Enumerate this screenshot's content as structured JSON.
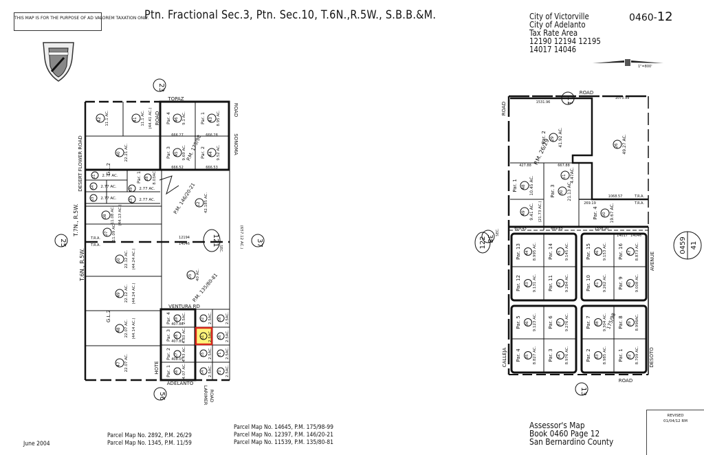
{
  "header": {
    "notice": "THIS MAP IS FOR THE PURPOSE OF AD VALOREM TAXATION ONLY.",
    "title": "Ptn. Fractional Sec.3, Ptn. Sec.10, T.6N.,R.5W., S.B.B.&M.",
    "cities": [
      "City of Victorville",
      "City of Adelanto"
    ],
    "tax_rate_area_label": "Tax Rate Area",
    "tax_rate_areas": [
      "12190 12194 12195",
      "14017 14046"
    ],
    "map_number_prefix": "0460-",
    "map_number_page": "12",
    "scale": "1\"=800'",
    "seal": "San Bernardino County seal"
  },
  "left_map": {
    "roads": [
      "TOPAZ",
      "ROAD",
      "SONOMA",
      "ROAD",
      "DESERT FLOWER ROAD",
      "VENTURA RD",
      "ADELANTO",
      "LARIMER",
      "ROAD",
      "HOTE"
    ],
    "township_labels": [
      "T.7N., R.5W.",
      "T.6N., R.5W."
    ],
    "gl_labels": [
      "G.L.2",
      "G.L.2"
    ],
    "tra_labels": [
      "T.R.A.",
      "T.R.A.",
      "12194",
      "14046"
    ],
    "pm_labels": [
      "P.M. 146/20-21",
      "P.M. 135/80-81",
      "P.M. 175/98"
    ],
    "refs": {
      "north": "23",
      "west": "25",
      "east": "37",
      "south": "56",
      "section": "121",
      "sec_label": "SEC.",
      "east_acres": "(657.12 AC.)"
    },
    "parcels": [
      {
        "num": "42",
        "acres": "11.1 AC."
      },
      {
        "num": "41",
        "acres": "11.1 AC.",
        "total": "(44.41 AC.)"
      },
      {
        "num": "40",
        "acres": "22.21 AC."
      },
      {
        "num": "46",
        "par": "Par. 4",
        "acres": "9.1 AC."
      },
      {
        "num": "43",
        "par": "Par. 1",
        "acres": "8.95 AC."
      },
      {
        "num": "45",
        "par": "Par. 3",
        "acres": "9.69 AC."
      },
      {
        "num": "44",
        "par": "Par. 2",
        "acres": "9.52 AC."
      },
      {
        "num": "51",
        "acres": "2.77 AC."
      },
      {
        "num": "64",
        "acres": "2.77 AC."
      },
      {
        "num": "63",
        "acres": "2.77 AC."
      },
      {
        "num": "28",
        "par": "Par. 1",
        "acres": "8.03AC."
      },
      {
        "num": "59",
        "acres": "2.77 AC."
      },
      {
        "num": "63",
        "acres": "2.77 AC."
      },
      {
        "num": "08",
        "acres": "11.08 AC.",
        "total": "(44.13 AC.)"
      },
      {
        "num": "07",
        "acres": "11.09 AC."
      },
      {
        "num": "12",
        "acres": "42.185 AC."
      },
      {
        "num": "50",
        "acres": "22.12 AC.",
        "total": "(44.24 AC.)"
      },
      {
        "num": "49",
        "acres": "22.12 AC.",
        "total": "(44.24 AC.)"
      },
      {
        "num": "48",
        "acres": "22.07 AC.",
        "total": "(44.14 AC.)"
      },
      {
        "num": "47",
        "acres": "22.07 AC."
      },
      {
        "num": "05",
        "acres": "40 AC."
      },
      {
        "num": "69",
        "par": "Par. 4",
        "acres": "2.5AC."
      },
      {
        "num": "68",
        "par": "Par. 3",
        "acres": "4.83 AC."
      },
      {
        "num": "67",
        "par": "Par. 2",
        "acres": "4.43 AC."
      },
      {
        "num": "66",
        "par": "Par. 1",
        "acres": "4.07 AC."
      },
      {
        "num": "62",
        "acres": "2.5AC."
      },
      {
        "num": "58",
        "acres": "2.5AC."
      },
      {
        "num": "61",
        "acres": "2.5AC.",
        "highlighted": true
      },
      {
        "num": "56",
        "acres": "2.5AC."
      },
      {
        "num": "55",
        "acres": "2.5AC."
      },
      {
        "num": "71",
        "acres": "2.5AC."
      },
      {
        "num": "54",
        "acres": "2.5AC."
      },
      {
        "num": "72",
        "acres": "2.5AC."
      }
    ],
    "highlight_color": "#fff27a",
    "highlight_border": "#d9261c",
    "dimensions": [
      "666.27",
      "666.28",
      "666.52",
      "666.53",
      "407.86",
      "407.85",
      "408.05"
    ]
  },
  "right_map": {
    "roads": [
      "ROAD",
      "ROAD",
      "AVENUE",
      "CALLEJA",
      "DESOTO",
      "ROAD"
    ],
    "pm_labels": [
      "P.M. 26/29",
      "175/98"
    ],
    "tra_labels": [
      "T.R.A.",
      "T.R.A.",
      "14017",
      "14046"
    ],
    "refs": {
      "north": "11",
      "west": "38",
      "section": "122",
      "sec_label": "SEC.",
      "adjacent_book": "0459",
      "adjacent_page": "41",
      "south": "13"
    },
    "parcels": [
      {
        "num": "29",
        "par": "Par. 2",
        "acres": "41.92 AC."
      },
      {
        "num": "26",
        "acres": "49.27 AC."
      },
      {
        "num": "48",
        "par": "Par. 1",
        "acres": "10.45 AC."
      },
      {
        "num": "49",
        "acres": "9.41 AC.",
        "total": "(21.73 AC.)"
      },
      {
        "num": "30",
        "par": "Par. 3",
        "acres": "21.13 AC."
      },
      {
        "num": "51",
        "acres": "4.47AC."
      },
      {
        "num": "50",
        "par": "Par. 4",
        "acres": "19.67 AC."
      }
    ],
    "grid_parcels": [
      {
        "num": "44",
        "par": "Par. 13",
        "acres": "8.995 AC."
      },
      {
        "num": "45",
        "par": "Par. 14",
        "acres": "9.145 AC."
      },
      {
        "num": "46",
        "par": "Par. 15",
        "acres": "9.153 AC."
      },
      {
        "num": "47",
        "par": "Par. 16",
        "acres": "8.873 AC."
      },
      {
        "num": "43",
        "par": "Par. 12",
        "acres": "9.131 AC."
      },
      {
        "num": "42",
        "par": "Par. 11",
        "acres": "9.284 AC."
      },
      {
        "num": "41",
        "par": "Par. 10",
        "acres": "9.262 AC."
      },
      {
        "num": "40",
        "par": "Par. 9",
        "acres": "9.008 AC."
      },
      {
        "num": "36",
        "par": "Par. 5",
        "acres": "9.123 AC."
      },
      {
        "num": "37",
        "par": "Par. 6",
        "acres": "9.276 AC."
      },
      {
        "num": "38",
        "par": "Par. 7",
        "acres": "9.304 AC."
      },
      {
        "num": "39",
        "par": "Par. 8",
        "acres": "8.998AC."
      },
      {
        "num": "35",
        "par": "Par. 4",
        "acres": "8.827 AC."
      },
      {
        "num": "34",
        "par": "Par. 3",
        "acres": "8.976 AC."
      },
      {
        "num": "33",
        "par": "Par. 2",
        "acres": "8.985 AC."
      },
      {
        "num": "32",
        "par": "Par. 1",
        "acres": "8.709 AC."
      }
    ],
    "dimensions": [
      "1531.96",
      "1073.99",
      "427.88",
      "667.88",
      "269.19",
      "1068.57",
      "1338.20",
      "609.43",
      "669.65"
    ]
  },
  "footer": {
    "date": "June 2004",
    "parcel_maps_col1": [
      "Parcel Map No. 2892, P.M. 26/29",
      "Parcel Map No. 1345, P.M. 11/59"
    ],
    "parcel_maps_col2": [
      "Parcel Map No. 14645, P.M. 175/98-99",
      "Parcel Map No. 12397, P.M. 146/20-21",
      "Parcel Map No. 11539, P.M. 135/80-81"
    ],
    "assessor_lines": [
      "Assessor's Map",
      "Book 0460 Page 12",
      "San Bernardino County"
    ],
    "revised_label": "REVISED",
    "revised_date": "01/04/12 RM"
  }
}
